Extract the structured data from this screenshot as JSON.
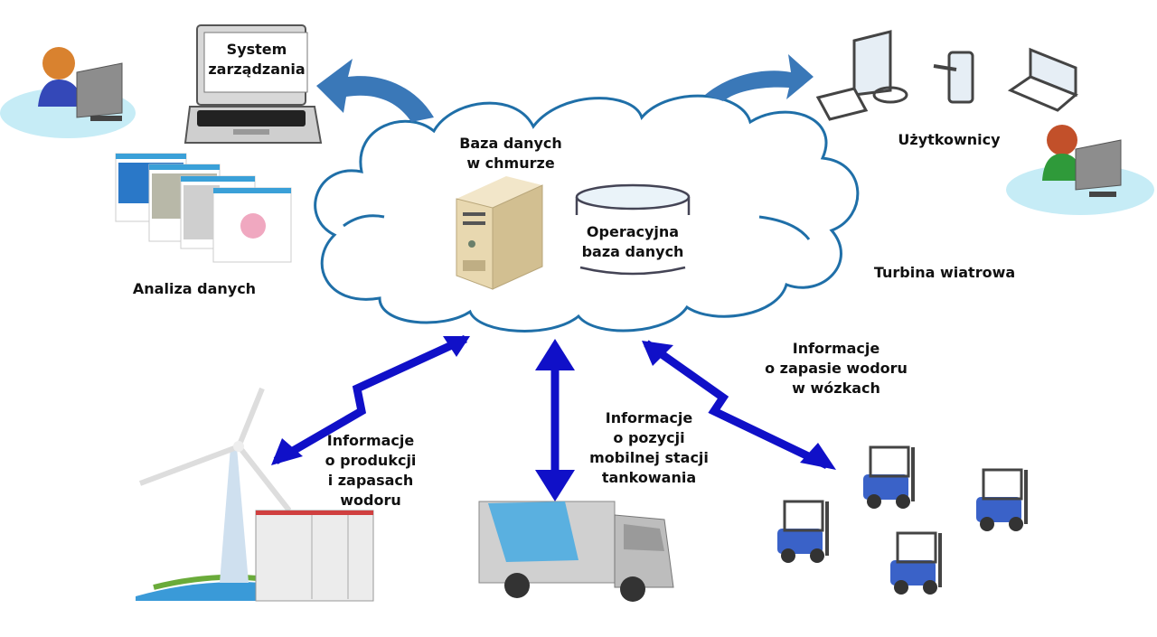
{
  "diagram": {
    "cloud": {
      "server_label": [
        "Baza danych",
        "w chmurze"
      ],
      "db_label": [
        "Operacyjna",
        "baza danych"
      ]
    },
    "management": {
      "laptop_label": [
        "System",
        "zarządzania"
      ],
      "analysis_label": "Analiza danych"
    },
    "users": {
      "label": "Użytkownicy"
    },
    "turbine_label": "Turbina wiatrowa",
    "links": {
      "production": [
        "Informacje",
        "o produkcji",
        "i zapasach",
        "wodoru"
      ],
      "station": [
        "Informacje",
        "o pozycji",
        "mobilnej stacji",
        "tankowania"
      ],
      "forklifts": [
        "Informacje",
        "o zapasie wodoru",
        "w wózkach"
      ]
    },
    "colors": {
      "cloud_stroke": "#1f6fa8",
      "curved_arrow": "#3a78b8",
      "link_arrow": "#1010c8",
      "forklift": "#3a62c8",
      "platform": "#c6ecf6"
    }
  }
}
